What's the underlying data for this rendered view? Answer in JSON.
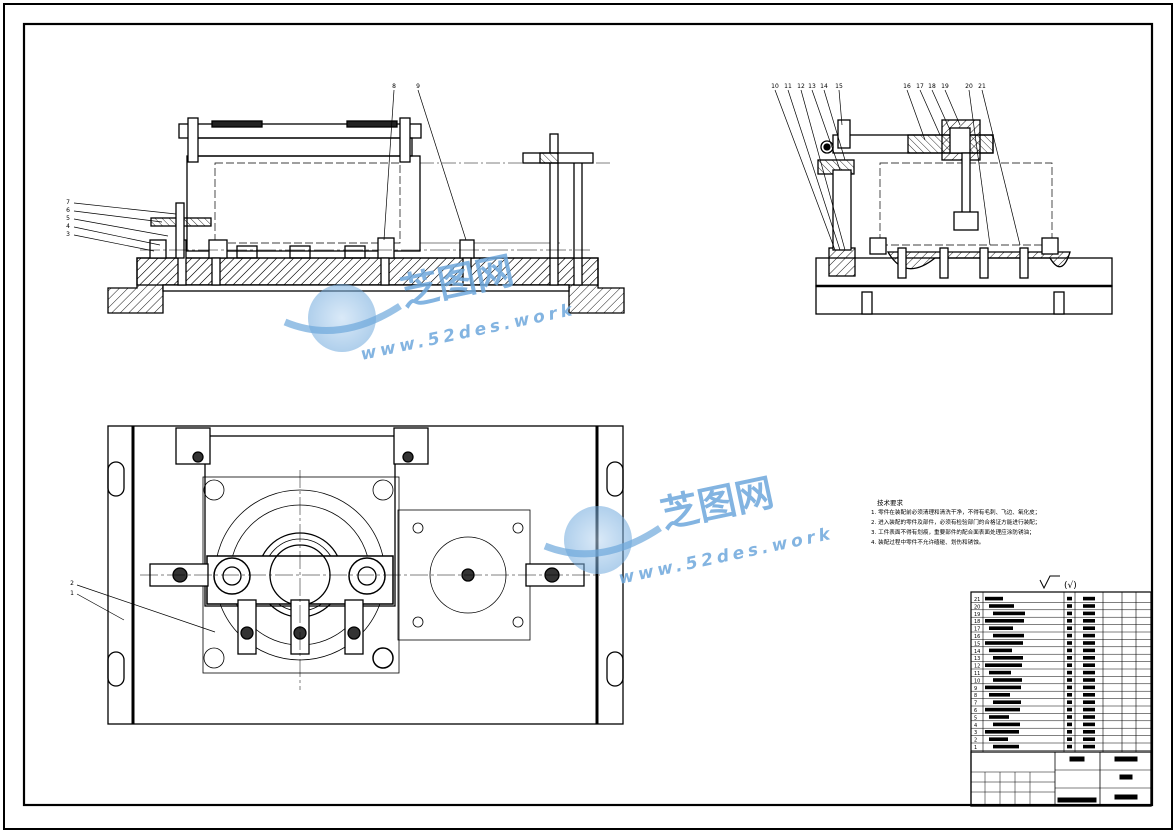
{
  "watermark": {
    "brand": "芝图网",
    "url": "www.52des.work"
  },
  "front_view": {
    "balloons": [
      "7",
      "6",
      "5",
      "4",
      "3",
      "8",
      "9"
    ]
  },
  "side_view": {
    "balloons": [
      "10",
      "11",
      "12",
      "13",
      "14",
      "15",
      "16",
      "17",
      "18",
      "19",
      "20",
      "21"
    ]
  },
  "top_view": {
    "balloons": [
      "2",
      "1"
    ]
  },
  "tech_requirements": {
    "title": "技术要求",
    "items": [
      "1. 零件在装配前必须清理和清洗干净，不得有毛刺、飞边、氧化皮；",
      "2. 进入装配的零件及部件，必须有检验部门的合格证方能进行装配；",
      "3. 工件表面不得有划痕，重要部件的配合面表面处理应涂防锈油；",
      "4. 装配过程中零件不允许磕碰、划伤和锈蚀。"
    ]
  },
  "roughness_mark": "(√)",
  "parts_list": {
    "rows": [
      "21",
      "20",
      "19",
      "18",
      "17",
      "16",
      "15",
      "14",
      "13",
      "12",
      "11",
      "10",
      "9",
      "8",
      "7",
      "6",
      "5",
      "4",
      "3",
      "2",
      "1"
    ]
  }
}
